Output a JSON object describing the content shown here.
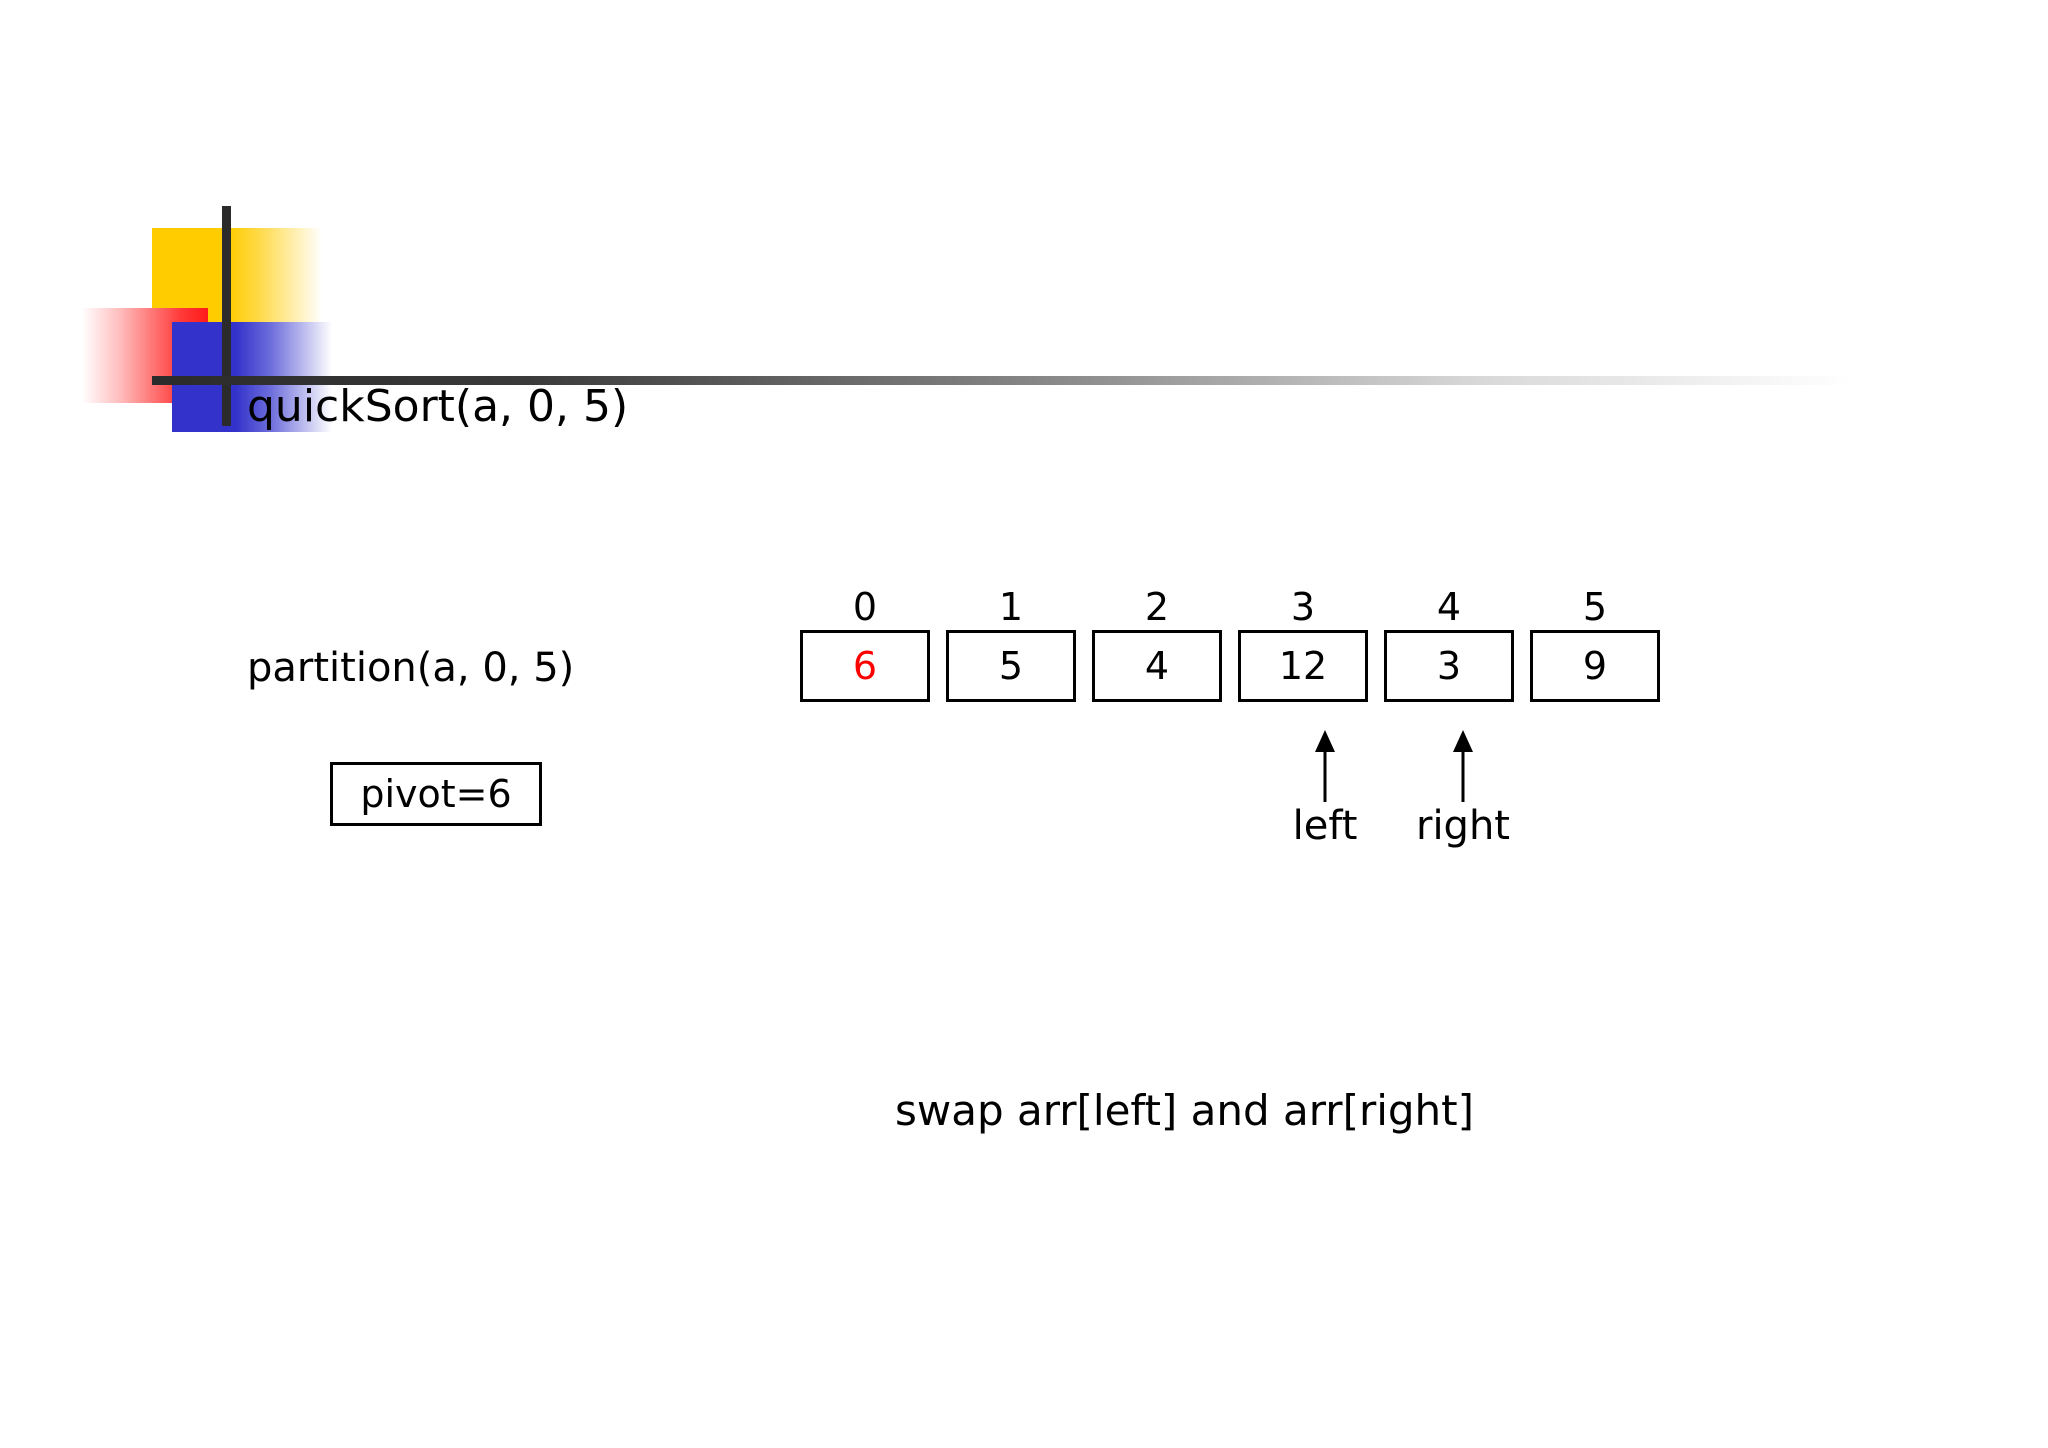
{
  "slide": {
    "title": "quickSort(a, 0, 5)",
    "background_color": "#FFFFFF"
  },
  "decoration": {
    "yellow_color": "#FFCC00",
    "red_color": "#FF1A1A",
    "blue_color": "#3333CC",
    "bar_color": "#2B2B2B"
  },
  "partition": {
    "call_label": "partition(a, 0, 5)",
    "pivot_label": "pivot=6"
  },
  "array": {
    "indices": [
      "0",
      "1",
      "2",
      "3",
      "4",
      "5"
    ],
    "values": [
      "6",
      "5",
      "4",
      "12",
      "3",
      "9"
    ],
    "highlight_index": 0,
    "highlight_color": "#FF0000"
  },
  "pointers": {
    "left": {
      "label": "left",
      "index": 3
    },
    "right": {
      "label": "right",
      "index": 4
    }
  },
  "note": {
    "text": "swap arr[left] and arr[right]"
  }
}
